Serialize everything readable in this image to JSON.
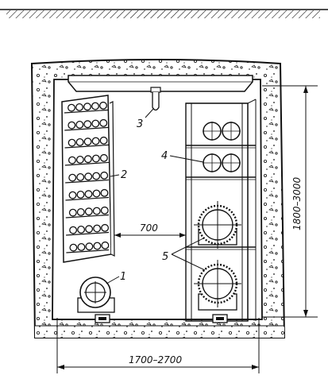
{
  "labels": {
    "ref1": "1",
    "ref2": "2",
    "ref3": "3",
    "ref4": "4",
    "ref5": "5"
  },
  "dimensions": {
    "aisle_width": "700",
    "height_range": "1800–3000",
    "width_range": "1700–2700"
  },
  "colors": {
    "ink": "#111111",
    "background": "#ffffff"
  }
}
